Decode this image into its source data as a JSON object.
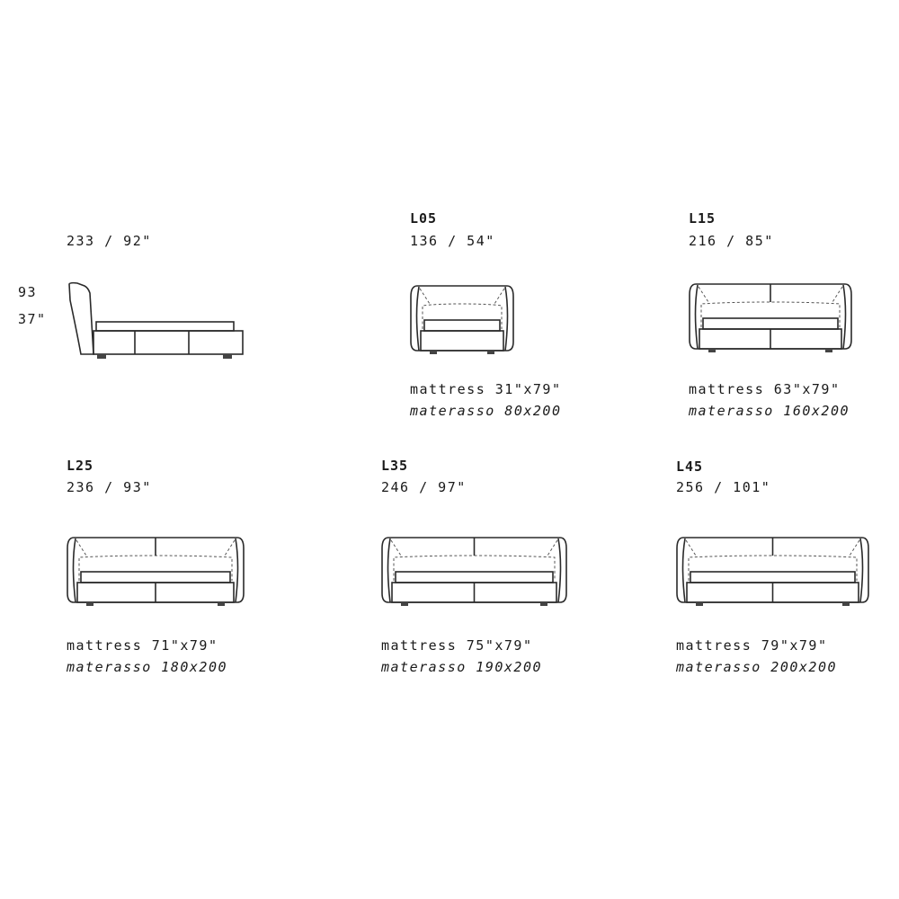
{
  "side_view": {
    "width": "233 / 92\"",
    "height_cm": "93",
    "height_in": "37\""
  },
  "models": [
    {
      "code": "L05",
      "size": "136 / 54\"",
      "mattress_en": "mattress 31\"x79\"",
      "mattress_it": "materasso 80x200"
    },
    {
      "code": "L15",
      "size": "216 / 85\"",
      "mattress_en": "mattress 63\"x79\"",
      "mattress_it": "materasso 160x200"
    },
    {
      "code": "L25",
      "size": "236 / 93\"",
      "mattress_en": "mattress 71\"x79\"",
      "mattress_it": "materasso 180x200"
    },
    {
      "code": "L35",
      "size": "246 / 97\"",
      "mattress_en": "mattress 75\"x79\"",
      "mattress_it": "materasso 190x200"
    },
    {
      "code": "L45",
      "size": "256 / 101\"",
      "mattress_en": "mattress 79\"x79\"",
      "mattress_it": "materasso 200x200"
    }
  ]
}
